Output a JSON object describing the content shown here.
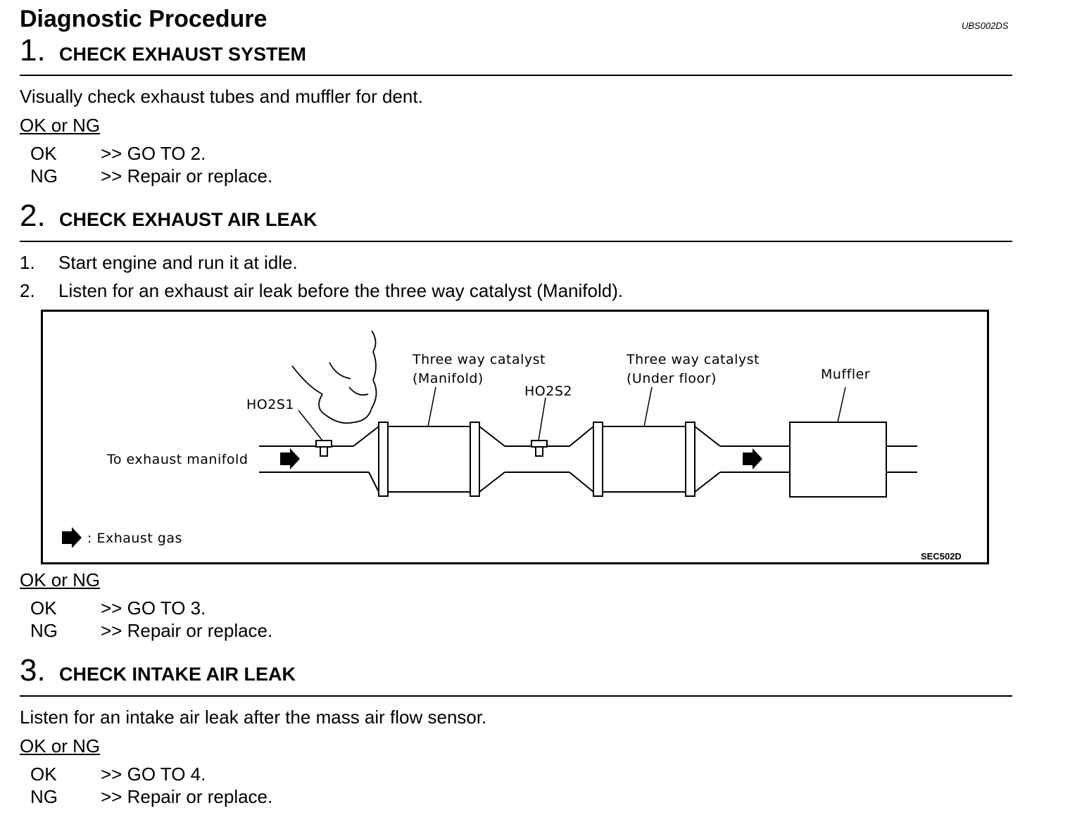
{
  "header": {
    "title": "Diagnostic Procedure",
    "doc_id": "UBS002DS"
  },
  "steps": [
    {
      "number": "1.",
      "heading": "CHECK EXHAUST SYSTEM",
      "text": "Visually check exhaust tubes and muffler for dent.",
      "result_label": "OK or NG",
      "ok": {
        "label": "OK",
        "action": ">> GO TO 2."
      },
      "ng": {
        "label": "NG",
        "action": ">> Repair or replace."
      }
    },
    {
      "number": "2.",
      "heading": "CHECK EXHAUST AIR LEAK",
      "substeps": [
        {
          "num": "1.",
          "text": "Start engine and run it at idle."
        },
        {
          "num": "2.",
          "text": "Listen for an exhaust air leak before the three way catalyst (Manifold)."
        }
      ],
      "result_label": "OK or NG",
      "ok": {
        "label": "OK",
        "action": ">> GO TO 3."
      },
      "ng": {
        "label": "NG",
        "action": ">> Repair or replace."
      }
    },
    {
      "number": "3.",
      "heading": "CHECK INTAKE AIR LEAK",
      "text": "Listen for an intake air leak after the mass air flow sensor.",
      "result_label": "OK or NG",
      "ok": {
        "label": "OK",
        "action": ">> GO TO 4."
      },
      "ng": {
        "label": "NG",
        "action": ">> Repair or replace."
      }
    }
  ],
  "diagram": {
    "labels": {
      "inlet": "To exhaust manifold",
      "sensor1": "HO2S1",
      "sensor2": "HO2S2",
      "catalyst1_line1": "Three way catalyst",
      "catalyst1_line2": "(Manifold)",
      "catalyst2_line1": "Three way catalyst",
      "catalyst2_line2": "(Under floor)",
      "muffler": "Muffler",
      "legend": ": Exhaust gas",
      "figure_id": "SEC502D"
    }
  }
}
